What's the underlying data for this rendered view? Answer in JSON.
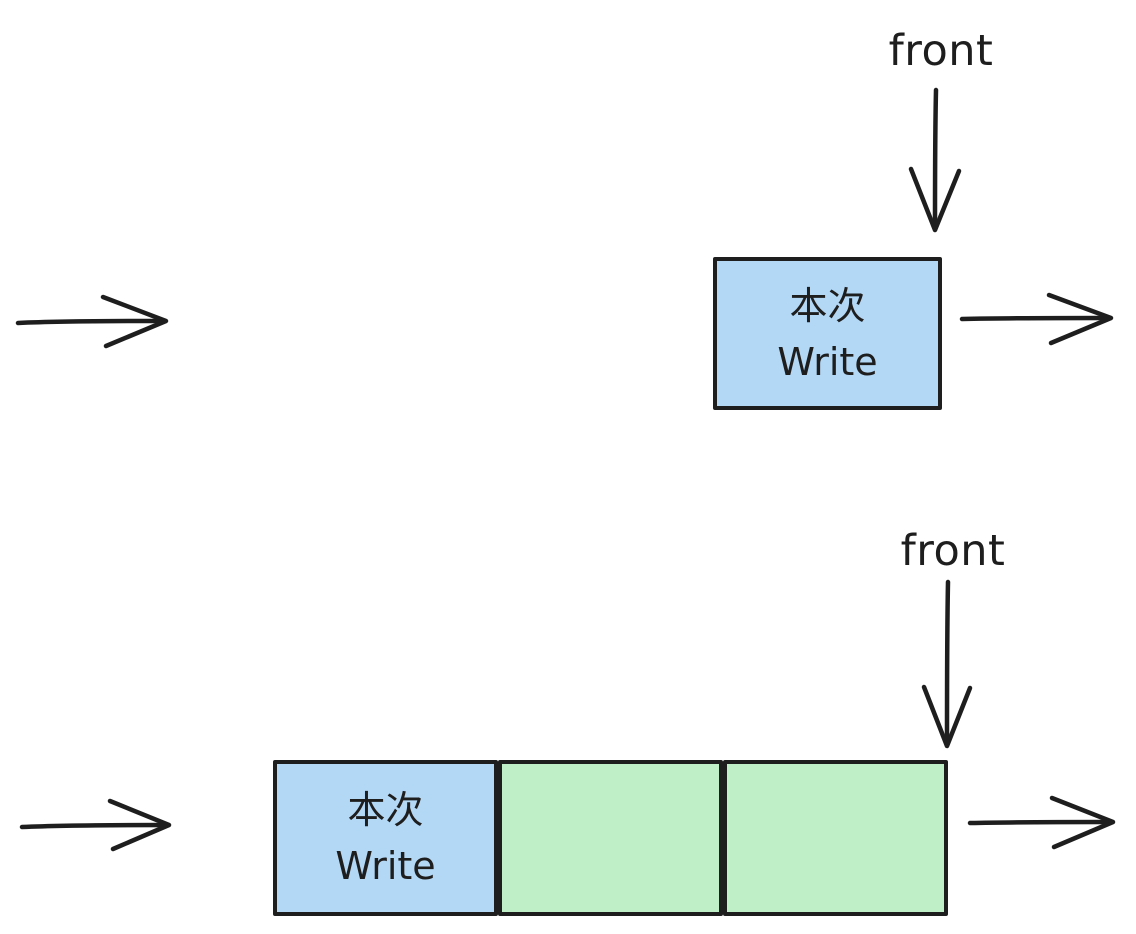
{
  "colors": {
    "stroke": "#1e1e1e",
    "text": "#1e1e1e",
    "blue_fill": "#b3d8f6",
    "green_fill": "#bfefc6",
    "background": "#ffffff"
  },
  "top_diagram": {
    "front_label": "front",
    "write_box": {
      "line1": "本次",
      "line2": "Write"
    }
  },
  "bottom_diagram": {
    "front_label": "front",
    "cells": [
      {
        "type": "write",
        "line1": "本次",
        "line2": "Write"
      },
      {
        "type": "empty"
      },
      {
        "type": "empty"
      }
    ]
  }
}
